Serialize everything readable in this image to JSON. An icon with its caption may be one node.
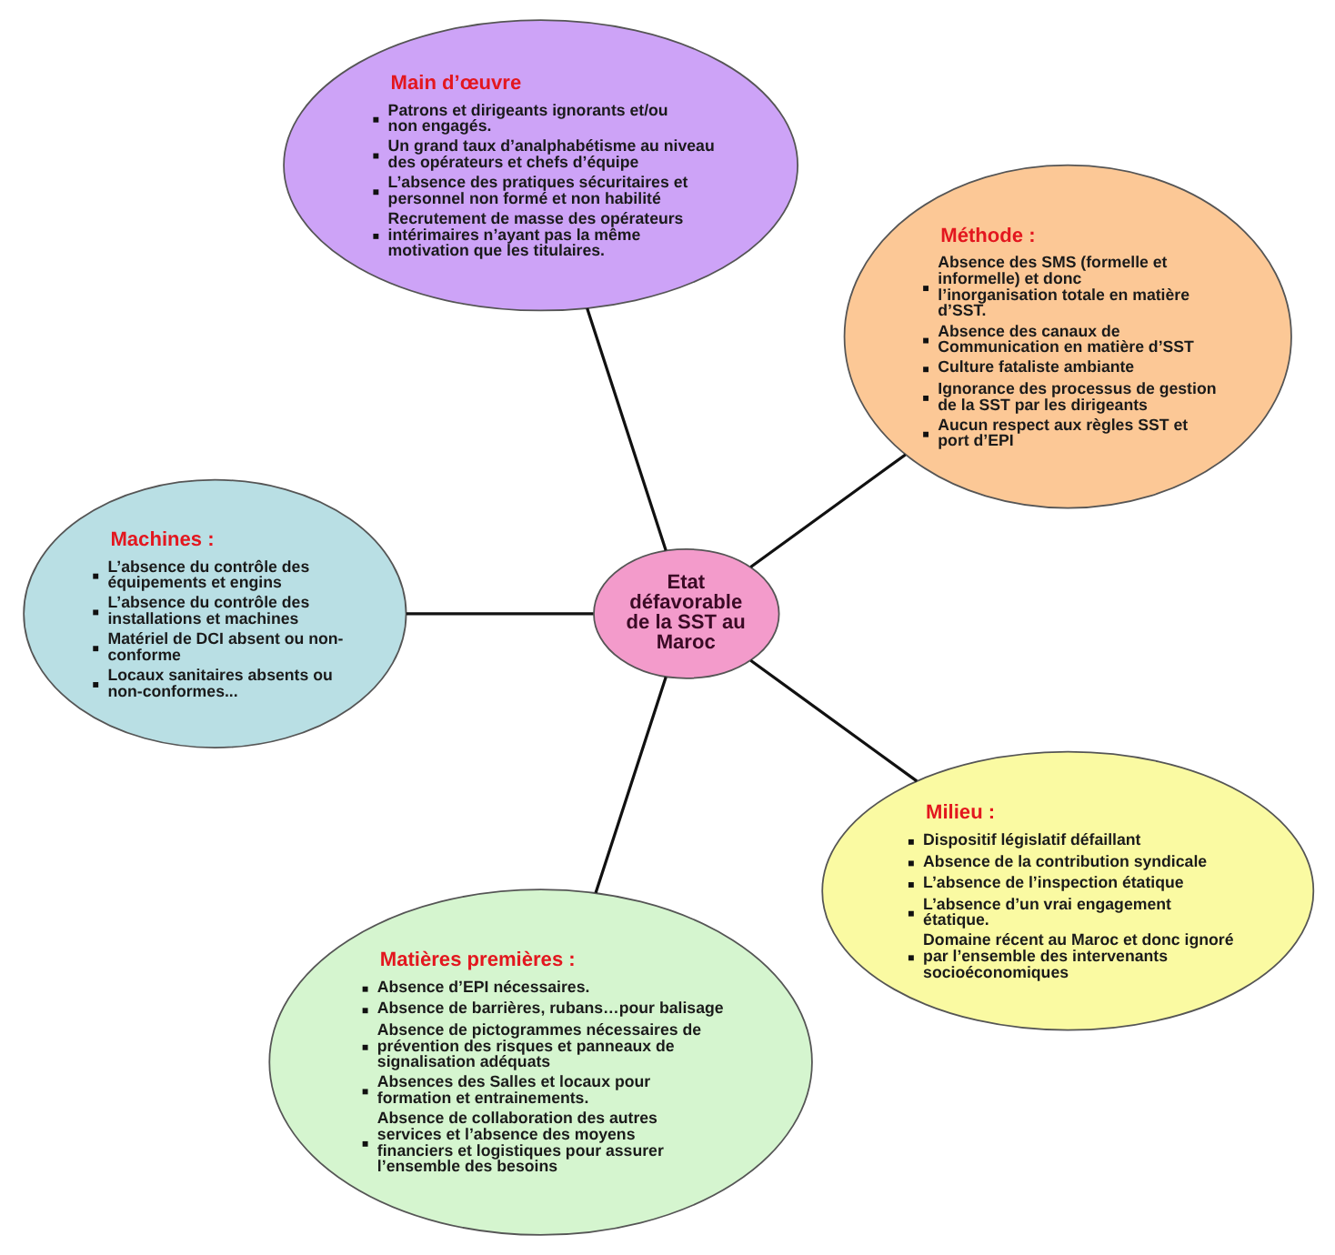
{
  "diagram": {
    "nodes": [
      {
        "text": [
          "Main d’œuvre",
          "Patrons et dirigeants ignorants et/ou non engagés.",
          "Un grand taux d’analphabétisme au niveau des opérateurs et chefs d’équipe",
          "L’absence des pratiques sécuritaires et personnel non formé et non habilité",
          "Recrutement de masse des opérateurs intérimaires n’ayant pas la même motivation que les titulaires."
        ]
      },
      {
        "text": [
          "Machines :",
          "L’absence du contrôle des équipements et engins",
          "L’absence du contrôle des installations et machines",
          "Matériel de DCI absent ou non-conforme",
          "Locaux sanitaires absents ou non-conformes..."
        ]
      },
      {
        "text": [
          "Etat défavorable de la SST au Maroc"
        ]
      },
      {
        "text": [
          "Méthode :",
          "Absence des SMS (formelle et informelle) et donc l’inorganisation totale en matière d’SST.",
          "Absence des canaux de Communication en matière d’SST",
          "Culture fataliste ambiante",
          "Ignorance des processus de gestion de la SST par les dirigeants",
          "Aucun respect aux règles SST et port d’EPI"
        ]
      },
      {
        "text": [
          "Matières premières :",
          "Absence d’EPI nécessaires.",
          "Absence de barrières, rubans…pour balisage",
          "Absence de pictogrammes nécessaires de prévention des risques et panneaux de signalisation adéquats",
          "Absences des Salles et locaux pour formation et entrainements.",
          "Absence de collaboration des autres services et l’absence des moyens financiers et logistiques pour assurer l’ensemble des besoins"
        ]
      },
      {
        "text": [
          "Milieu :",
          "Dispositif législatif défaillant",
          "Absence de la contribution syndicale",
          "L’absence de l’inspection étatique",
          "L’absence d’un vrai engagement étatique.",
          "Domaine récent au Maroc et donc ignoré par l’ensemble des intervenants socioéconomiques"
        ]
      }
    ],
    "edges": [
      {
        "from": 2,
        "to": 0,
        "arrow": "none"
      },
      {
        "from": 2,
        "to": 1,
        "arrow": "none"
      },
      {
        "from": 2,
        "to": 3,
        "arrow": "none"
      },
      {
        "from": 2,
        "to": 4,
        "arrow": "none"
      },
      {
        "from": 2,
        "to": 5,
        "arrow": "none"
      }
    ]
  }
}
